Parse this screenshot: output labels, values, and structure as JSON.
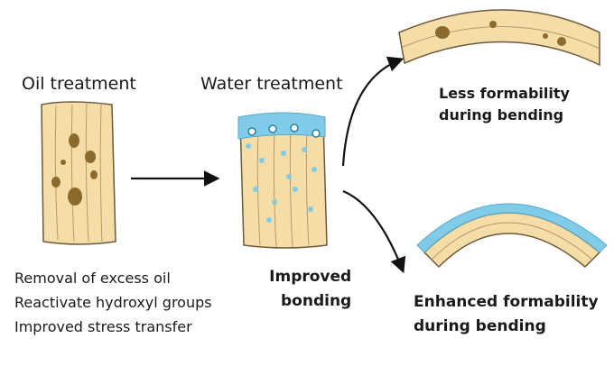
{
  "oil": {
    "title": "Oil treatment",
    "notes": [
      "Removal of excess oil",
      "Reactivate hydroxyl groups",
      "Improved stress transfer"
    ]
  },
  "water": {
    "title": "Water treatment",
    "result": [
      "Improved",
      "bonding"
    ]
  },
  "outcomes": {
    "less": [
      "Less formability",
      "during bending"
    ],
    "enhanced": [
      "Enhanced formability",
      "during bending"
    ]
  },
  "colors": {
    "wood": "#f4dda7",
    "wood_edge": "#6d5a3c",
    "grain": "#b39a6c",
    "oil_spot": "#8c6a2c",
    "water": "#7fcbe8",
    "arrow": "#111111"
  },
  "icons": [
    "oil-spot-icon",
    "water-droplet-icon",
    "arrow-icon"
  ]
}
